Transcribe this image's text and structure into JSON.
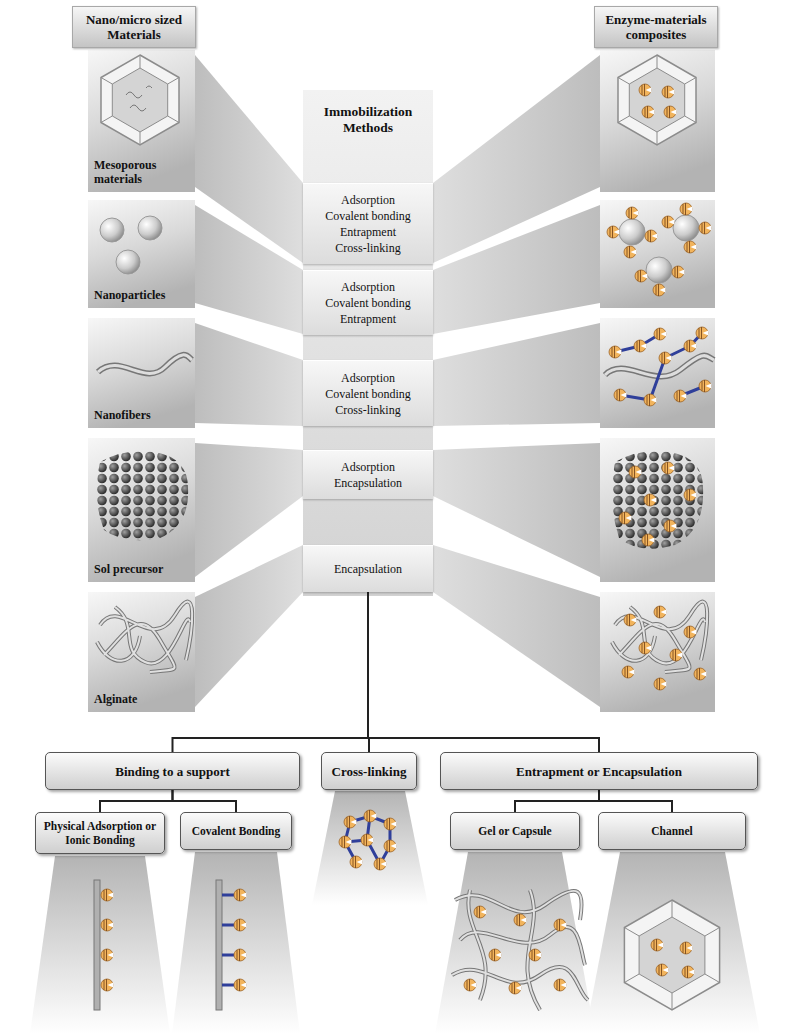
{
  "diagram": {
    "nodes": [
      {
        "text": [
          "Nano/micro sized Materials"
        ]
      },
      {
        "text": [
          "Enzyme-materials composites"
        ]
      },
      {
        "text": [
          "Immobilization Methods"
        ]
      },
      {
        "text": [
          "Mesoporous materials"
        ]
      },
      {
        "text": [
          "Adsorption",
          "Covalent bonding",
          "Entrapment",
          "Cross-linking"
        ]
      },
      {
        "text": [
          "Nanoparticles"
        ]
      },
      {
        "text": [
          "Adsorption",
          "Covalent bonding",
          "Entrapment"
        ]
      },
      {
        "text": [
          "Nanofibers"
        ]
      },
      {
        "text": [
          "Adsorption",
          "Covalent bonding",
          "Cross-linking"
        ]
      },
      {
        "text": [
          "Sol precursor"
        ]
      },
      {
        "text": [
          "Adsorption",
          "Encapsulation"
        ]
      },
      {
        "text": [
          "Encapsulation"
        ]
      },
      {
        "text": [
          "Alginate"
        ]
      },
      {
        "text": [
          "Binding to a support"
        ]
      },
      {
        "text": [
          "Cross-linking"
        ]
      },
      {
        "text": [
          "Entrapment or Encapsulation"
        ]
      },
      {
        "text": [
          "Physical Adsorption or Ionic Bonding"
        ]
      },
      {
        "text": [
          "Covalent Bonding"
        ]
      },
      {
        "text": [
          "Gel or Capsule"
        ]
      },
      {
        "text": [
          "Channel"
        ]
      }
    ],
    "edges": [
      {
        "from": 11,
        "to": 13,
        "arrow": "none"
      },
      {
        "from": 11,
        "to": 14,
        "arrow": "none"
      },
      {
        "from": 11,
        "to": 15,
        "arrow": "none"
      },
      {
        "from": 13,
        "to": 16,
        "arrow": "none"
      },
      {
        "from": 13,
        "to": 17,
        "arrow": "none"
      },
      {
        "from": 15,
        "to": 18,
        "arrow": "none"
      },
      {
        "from": 15,
        "to": 19,
        "arrow": "none"
      }
    ]
  }
}
